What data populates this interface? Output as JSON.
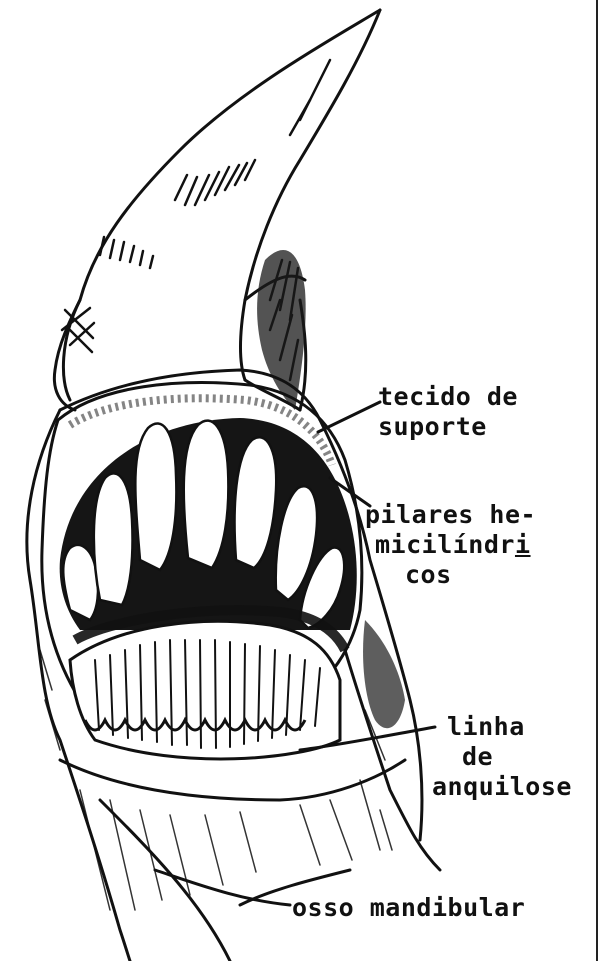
{
  "labels": {
    "tecido_de_suporte": [
      "tecido de",
      "suporte"
    ],
    "pilares_hemicilindricos": [
      "pilares he-",
      "micilíndr",
      "i",
      "cos"
    ],
    "linha_de_anquilose": [
      "linha",
      "de",
      "anquilose"
    ],
    "osso_mandibular": [
      "osso mandibular"
    ]
  },
  "colors": {
    "ink": "#111111",
    "paper": "#ffffff"
  }
}
